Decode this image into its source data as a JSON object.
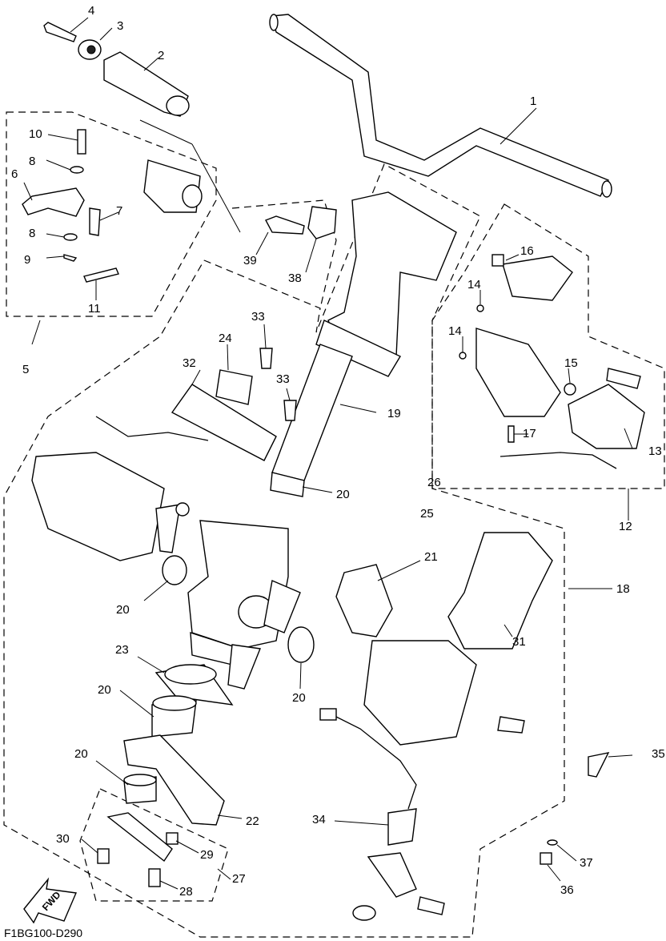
{
  "diagram": {
    "code": "F1BG100-D290",
    "fwd_label": "FWD",
    "part_numbers": [
      "1",
      "2",
      "3",
      "4",
      "5",
      "6",
      "7",
      "8",
      "8",
      "9",
      "10",
      "11",
      "12",
      "13",
      "14",
      "14",
      "15",
      "16",
      "17",
      "18",
      "19",
      "20",
      "20",
      "20",
      "20",
      "20",
      "21",
      "22",
      "23",
      "24",
      "25",
      "26",
      "27",
      "28",
      "29",
      "30",
      "31",
      "32",
      "33",
      "33",
      "34",
      "35",
      "36",
      "37",
      "38",
      "39"
    ]
  }
}
